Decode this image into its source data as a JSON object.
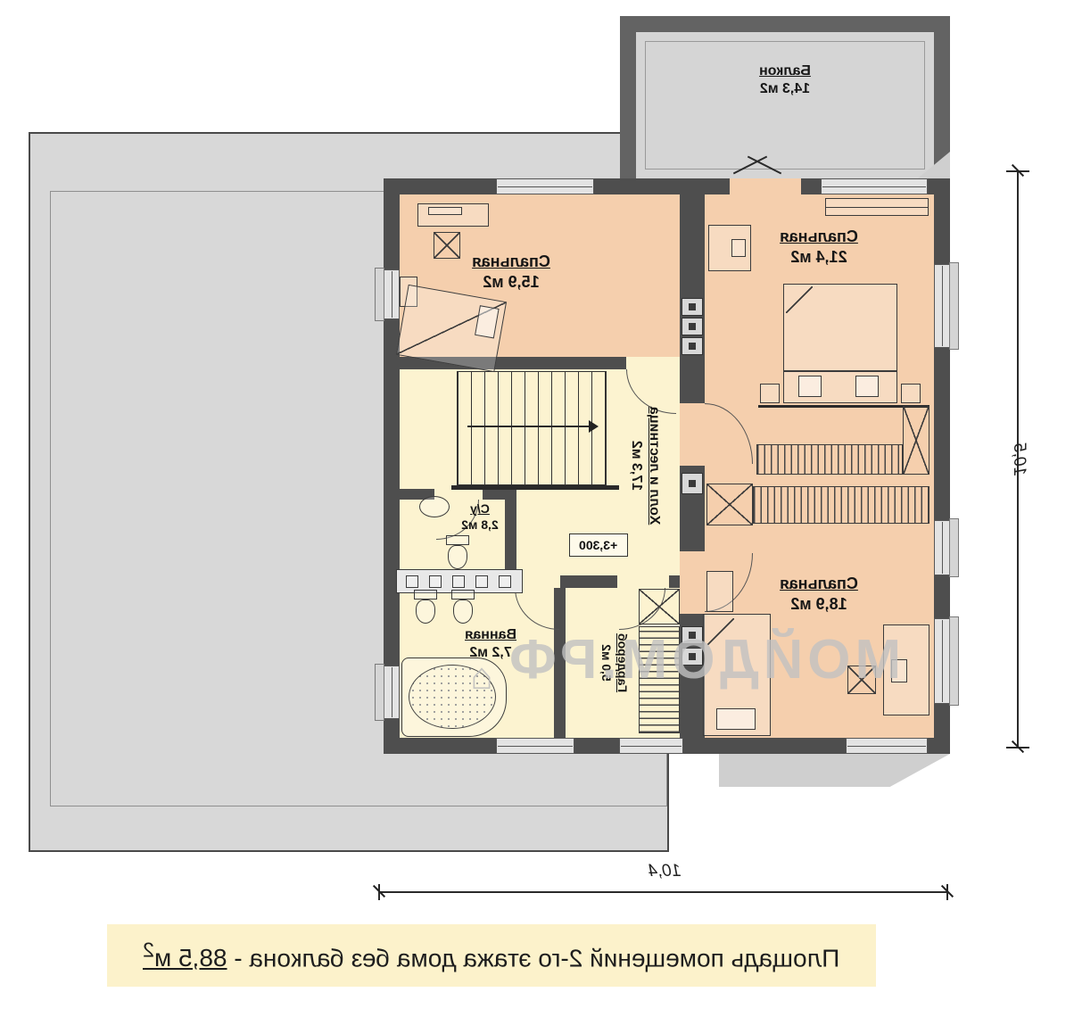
{
  "rooms": {
    "balcony": {
      "name": "Балкон",
      "area": "14,3 м2"
    },
    "bedroom_top_left": {
      "name": "Спальная",
      "area": "15,9 м2"
    },
    "bedroom_top_right": {
      "name": "Спальная",
      "area": "21,4 м2"
    },
    "hall": {
      "name": "Холл и лестница",
      "area": "17,3 м2"
    },
    "wc": {
      "name": "С/у",
      "area": "2,8 м2"
    },
    "bathroom": {
      "name": "Ванная",
      "area": "7,2 м2"
    },
    "wardrobe": {
      "name": "Гардероб",
      "area": "5,0 м2"
    },
    "bedroom_bottom_right": {
      "name": "Спальная",
      "area": "18,9 м2"
    }
  },
  "annotations": {
    "elevation_mark": "+3,300",
    "dimension_right": "10,5",
    "dimension_bottom": "10,4"
  },
  "watermark": {
    "text": "МОЙДОМ.РФ",
    "logo_glyph": "⌂"
  },
  "caption": {
    "prefix": "Площадь помещений 2-го этажа дома без балкона - ",
    "value": "88,5 м",
    "sup": "2"
  },
  "colors": {
    "wall": "#4e4e4e",
    "room_bedroom": "#f5cfad",
    "room_service": "#fcf3d0",
    "roof_gray": "#d8d8d8",
    "caption_bg": "#fcf2cb"
  }
}
